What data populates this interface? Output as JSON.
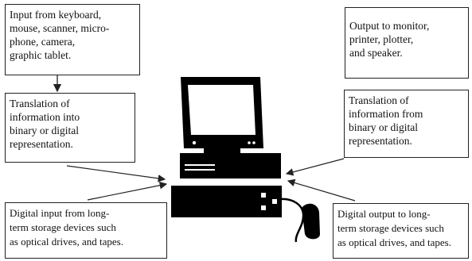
{
  "boxes": {
    "input_devices": "Input from keyboard,\nmouse, scanner, micro-\nphone, camera,\ngraphic tablet.",
    "translation_left": "Translation of\ninformation into\nbinary or digital\nrepresentation.",
    "digital_input": "Digital input from long-\nterm storage devices such\nas optical drives, and tapes.",
    "output_devices": "Output to monitor,\nprinter, plotter,\nand speaker.",
    "translation_right": "Translation of\ninformation from\nbinary or digital\nrepresentation.",
    "digital_output": "Digital output to long-\nterm storage devices such\nas optical drives, and tapes."
  },
  "icons": {
    "computer": "desktop-computer-icon",
    "mouse": "mouse-icon"
  },
  "colors": {
    "line": "#222222",
    "icon_fill": "#000000",
    "background": "#ffffff"
  }
}
